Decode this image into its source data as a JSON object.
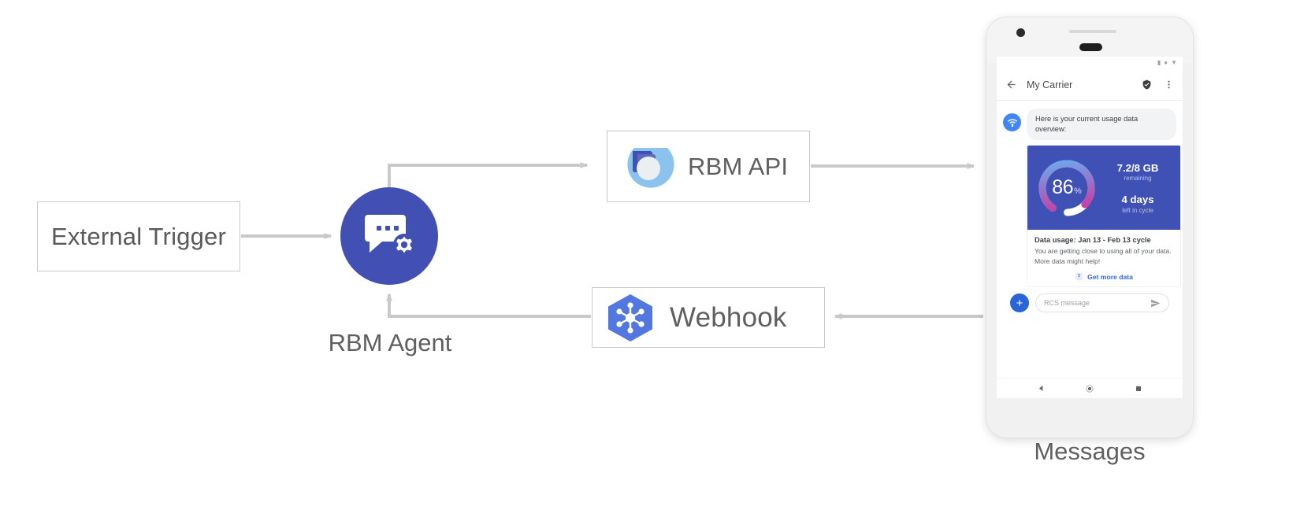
{
  "diagram": {
    "external_trigger": {
      "label": "External Trigger"
    },
    "rbm_agent": {
      "caption": "RBM Agent",
      "icon": "chat-gear-icon",
      "color": "#4250b4"
    },
    "rbm_api": {
      "label": "RBM API",
      "icon": "rbm-api-logo-icon"
    },
    "webhook": {
      "label": "Webhook",
      "icon": "webhook-hexagon-icon",
      "color": "#5278e0"
    },
    "arrow_color": "#c9c9c9"
  },
  "phone": {
    "caption": "Messages",
    "statusbar": {
      "icons": [
        "signal-icon",
        "wifi-dot-icon",
        "battery-icon"
      ]
    },
    "appbar": {
      "back_icon": "back-arrow-icon",
      "title": "My Carrier",
      "verified_icon": "verified-shield-icon",
      "overflow_icon": "overflow-menu-icon"
    },
    "message": {
      "avatar_icon": "carrier-wifi-avatar-icon",
      "text": "Here is your current usage data overview:"
    },
    "card": {
      "gauge": {
        "percent": "86",
        "percent_sign": "%",
        "value": 86
      },
      "data_remaining": "7.2/8 GB",
      "data_remaining_sub": "remaining",
      "days_left": "4 days",
      "days_left_sub": "left in cycle",
      "title": "Data usage: Jan 13 - Feb 13 cycle",
      "description_line1": "You are getting close to using all of your data.",
      "description_line2": "More data might help!",
      "action_icon": "globe-icon",
      "action_label": "Get more data",
      "hero_bg": "#3f51b5",
      "action_color": "#3367d6"
    },
    "composer": {
      "plus_icon": "plus-icon",
      "placeholder": "RCS message",
      "send_icon": "send-icon"
    },
    "navbar": {
      "back_icon": "nav-back-icon",
      "home_icon": "nav-home-icon",
      "recents_icon": "nav-recents-icon"
    }
  }
}
